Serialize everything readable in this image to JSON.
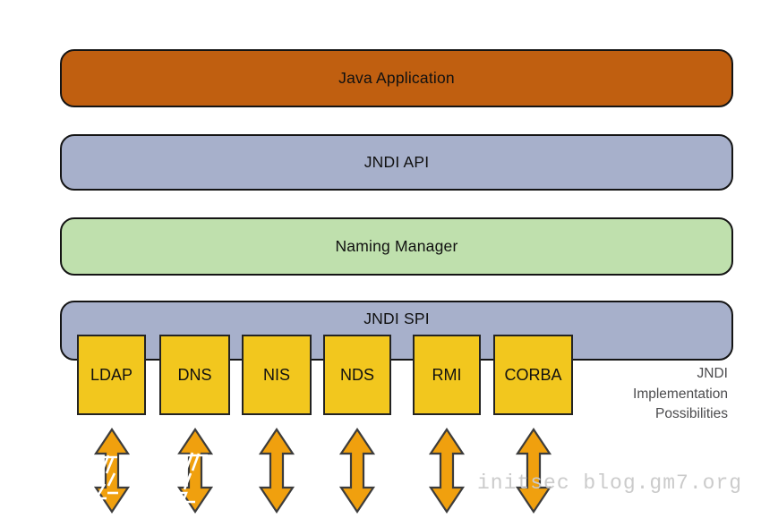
{
  "diagram": {
    "layers": [
      {
        "label": "Java Application",
        "fill": "#c05f10"
      },
      {
        "label": "JNDI API",
        "fill": "#a7b0cb"
      },
      {
        "label": "Naming Manager",
        "fill": "#bfe0ad"
      },
      {
        "label": "JNDI SPI",
        "fill": "#a7b0cb"
      }
    ],
    "providers": [
      {
        "label": "LDAP"
      },
      {
        "label": "DNS"
      },
      {
        "label": "NIS"
      },
      {
        "label": "NDS"
      },
      {
        "label": "RMI"
      },
      {
        "label": "CORBA"
      }
    ],
    "side_note": {
      "line1": "JNDI",
      "line2": "Implementation",
      "line3": "Possibilities"
    },
    "colors": {
      "provider_fill": "#f2c71e",
      "arrow_fill": "#f0a00e",
      "arrow_stroke": "#3c3c3c",
      "bar_border": "#141414",
      "text": "#111111",
      "side_note_text": "#4b4b4d",
      "watermark_text": "#cbcbcb"
    }
  },
  "watermark": {
    "text": "initsec blog.gm7.org"
  }
}
